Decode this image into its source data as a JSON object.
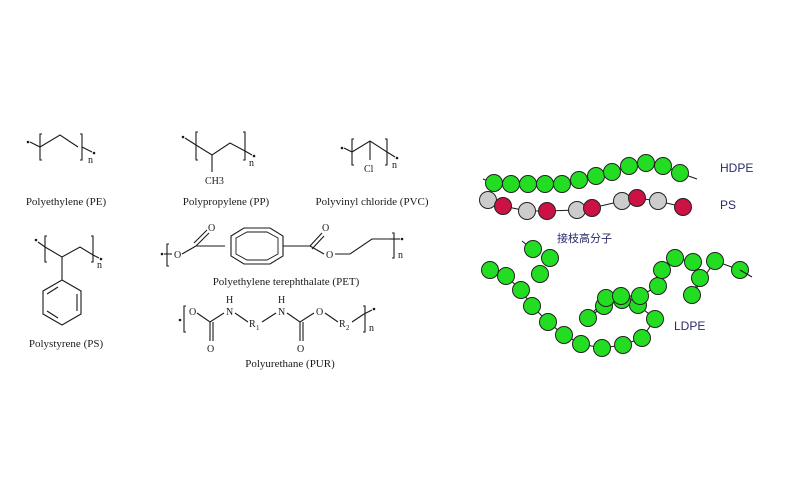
{
  "structures": {
    "pe": {
      "caption": "Polyethylene (PE)",
      "repeat": "n"
    },
    "pp": {
      "caption": "Polypropylene (PP)",
      "substituent": "CH3",
      "repeat": "n"
    },
    "pvc": {
      "caption": "Polyvinyl chloride (PVC)",
      "substituent": "Cl",
      "repeat": "n"
    },
    "ps": {
      "caption": "Polystyrene (PS)",
      "repeat": "n"
    },
    "pet": {
      "caption": "Polyethylene terephthalate (PET)",
      "oxygen": "O",
      "repeat": "n"
    },
    "pur": {
      "caption": "Polyurethane (PUR)",
      "oxygen": "O",
      "nitrogen": "N",
      "hydrogen": "H",
      "r1": "R",
      "r1_sub": "1",
      "r2": "R",
      "r2_sub": "2",
      "repeat": "n"
    }
  },
  "chains": {
    "hdpe_label": "HDPE",
    "ps_label": "PS",
    "graft_label": "接枝高分子",
    "ldpe_label": "LDPE"
  },
  "colors": {
    "green": "#22dd22",
    "red": "#cc1144",
    "gray": "#cccccc",
    "outline": "#222222",
    "label": "#2a2a6a"
  }
}
